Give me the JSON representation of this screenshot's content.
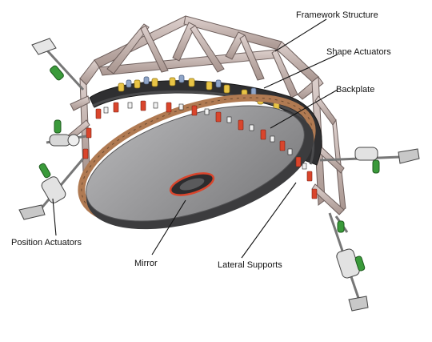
{
  "labels": {
    "framework": "Framework Structure",
    "shape_actuators": "Shape Actuators",
    "backplate": "Backplate",
    "position_actuators": "Position Actuators",
    "mirror": "Mirror",
    "lateral_supports": "Lateral Supports"
  },
  "colors": {
    "frame": "#c9b7b3",
    "frame_edge": "#6e5f5c",
    "mirror_face": "#9a9a9c",
    "mirror_edge": "#3c3c3e",
    "backplate": "#2f2f31",
    "ring": "#b07a52",
    "lateral_support": "#d9452c",
    "shape_actuator": "#e8c446",
    "actuator_green": "#3a9a3a",
    "actuator_body": "#d8d8d8",
    "blue_part": "#8fa5c8"
  }
}
